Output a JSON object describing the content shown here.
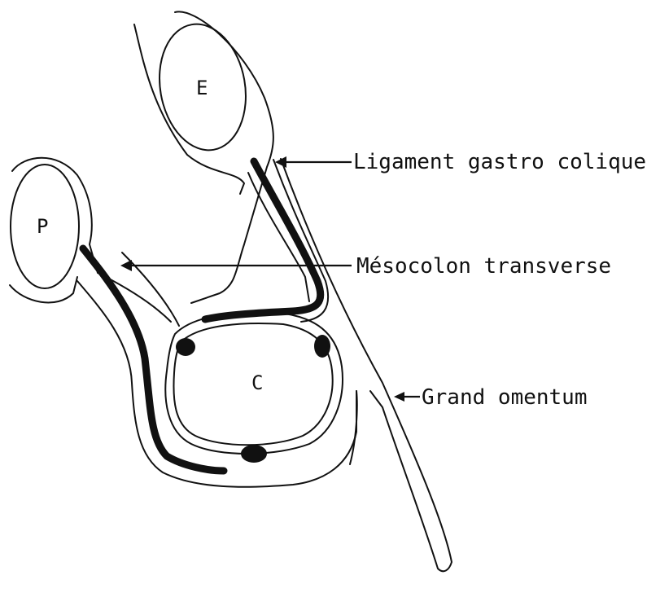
{
  "organs": {
    "stomach": "E",
    "pancreas": "P",
    "colon": "C"
  },
  "labels": {
    "gastrocolic": "Ligament gastro colique",
    "mesocolon": "Mésocolon transverse",
    "omentum": "Grand omentum"
  }
}
